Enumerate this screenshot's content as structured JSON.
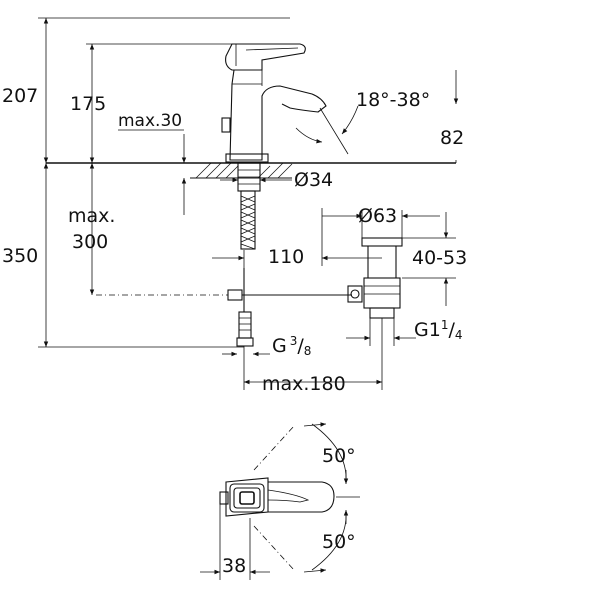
{
  "dimensions": {
    "d207": "207",
    "d175": "175",
    "max30": "max.30",
    "angle_range": "18°-38°",
    "d82": "82",
    "d350": "350",
    "max_word": "max.",
    "d300": "300",
    "dia34": "Ø34",
    "dia63": "Ø63",
    "d110": "110",
    "d40_53": "40-53",
    "g11_4_main": "G1",
    "g11_4_sup": "1",
    "g11_4_sub": "4",
    "g3_8_main": "G",
    "g3_8_sup": "3",
    "g3_8_sub": "8",
    "max180": "max.180",
    "angle50_top": "50°",
    "angle50_bottom": "50°",
    "d38": "38"
  }
}
